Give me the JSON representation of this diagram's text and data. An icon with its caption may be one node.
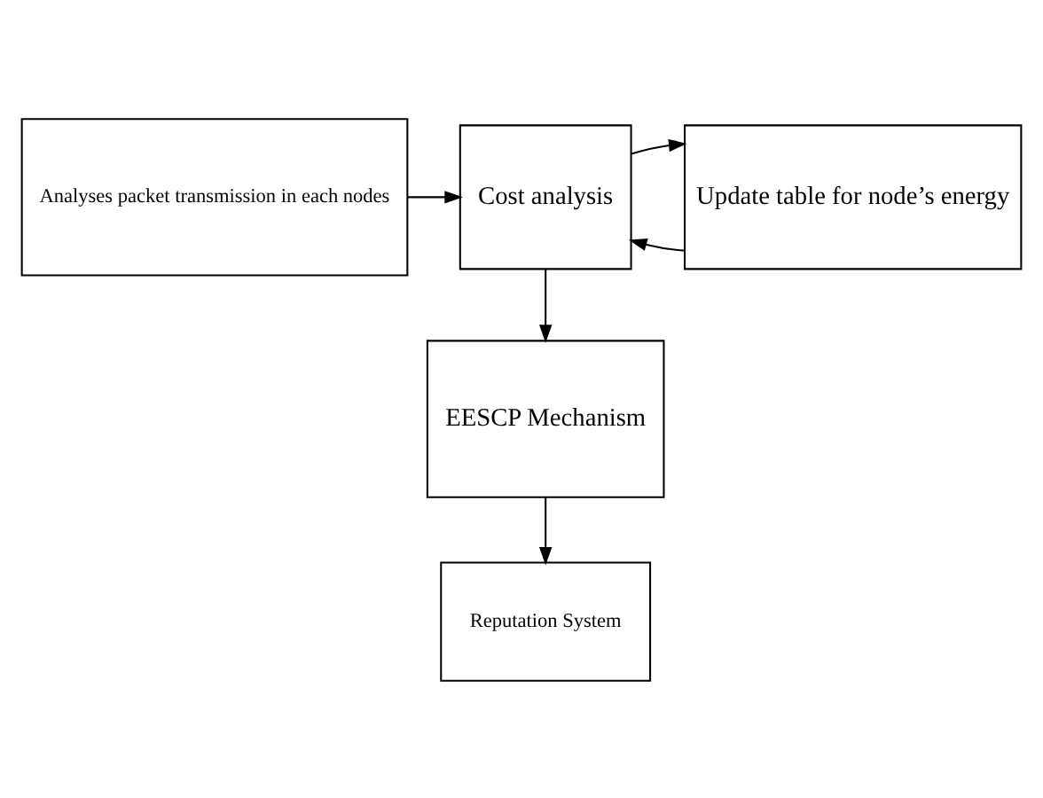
{
  "diagram": {
    "nodes": [
      {
        "text": [
          "Analyses packet transmission in each nodes"
        ]
      },
      {
        "text": [
          "Cost analysis"
        ]
      },
      {
        "text": [
          "Update table for node’s energy"
        ]
      },
      {
        "text": [
          "EESCP Mechanism"
        ]
      },
      {
        "text": [
          "Reputation System"
        ]
      }
    ],
    "edges": [
      {
        "from": 0,
        "to": 1,
        "arrow": "to"
      },
      {
        "from": 2,
        "to": 1,
        "arrow": "to"
      },
      {
        "from": 1,
        "to": 2,
        "arrow": "to"
      },
      {
        "from": 1,
        "to": 3,
        "arrow": "to"
      },
      {
        "from": 3,
        "to": 4,
        "arrow": "to"
      }
    ]
  }
}
